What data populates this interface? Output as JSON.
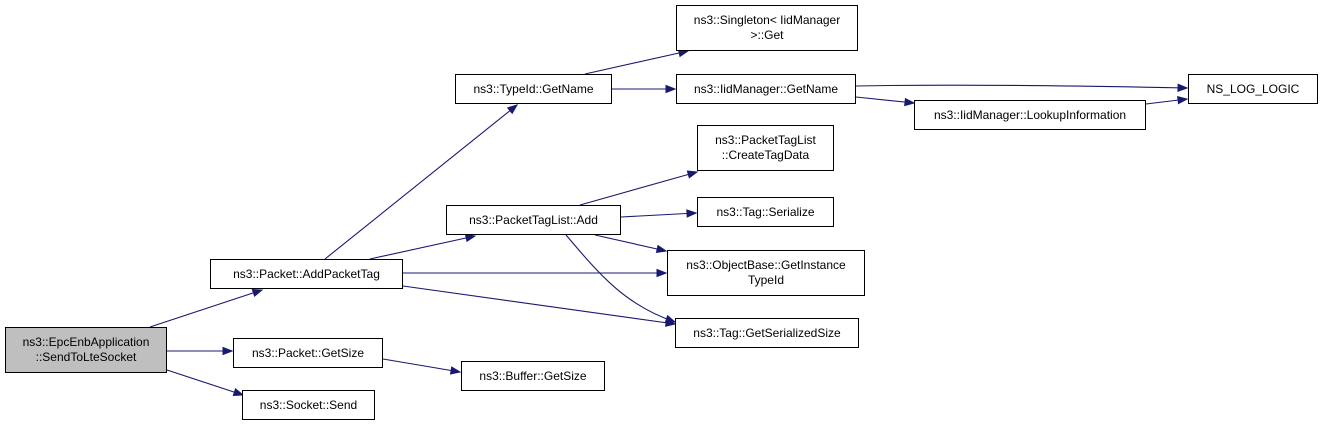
{
  "colors": {
    "edge": "#191970",
    "root_fill": "#bfbfbf",
    "node_fill": "#ffffff",
    "border": "#000000"
  },
  "nodes": {
    "epc_send": "ns3::EpcEnbApplication\n::SendToLteSocket",
    "add_packet_tag": "ns3::Packet::AddPacketTag",
    "packet_getsize": "ns3::Packet::GetSize",
    "socket_send": "ns3::Socket::Send",
    "typeid_getname": "ns3::TypeId::GetName",
    "ptl_add": "ns3::PacketTagList::Add",
    "objectbase_get": "ns3::ObjectBase::GetInstance\nTypeId",
    "tag_getsersize": "ns3::Tag::GetSerializedSize",
    "buffer_getsize": "ns3::Buffer::GetSize",
    "singleton_get": "ns3::Singleton< IidManager\n >::Get",
    "iid_getname": "ns3::IidManager::GetName",
    "iid_lookup": "ns3::IidManager::LookupInformation",
    "ns_log_logic": "NS_LOG_LOGIC",
    "ptl_create": "ns3::PacketTagList\n::CreateTagData",
    "tag_serialize": "ns3::Tag::Serialize"
  }
}
